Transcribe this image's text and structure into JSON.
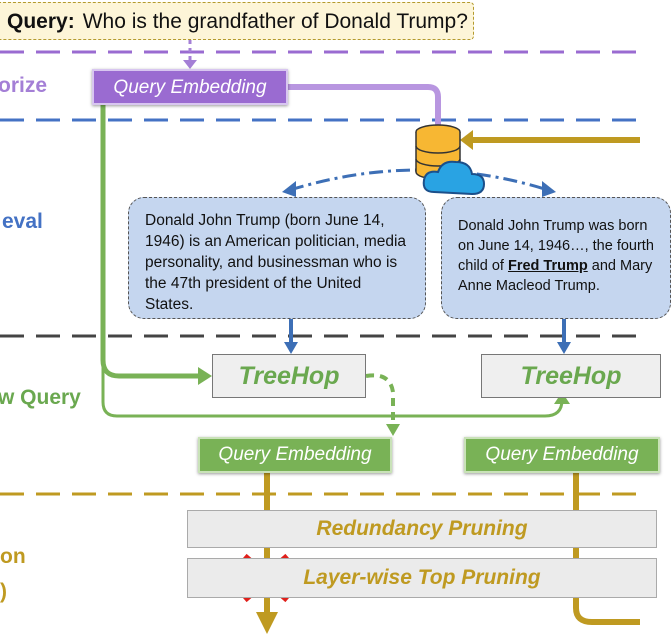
{
  "query": {
    "label": "Query:",
    "text": "Who is the grandfather of Donald Trump?"
  },
  "stages": {
    "vectorize": "orize",
    "retrieval": "eval",
    "new_query": "w Query",
    "pruning_line1": "on",
    "pruning_line2": ")"
  },
  "query_embedding_label": "Query Embedding",
  "documents": {
    "doc1": "Donald John Trump (born June 14, 1946) is an American politician, media personality, and businessman who is the 47th president of the United States.",
    "doc2_part1": "Donald John Trump was born on June 14, 1946…, the fourth child of ",
    "doc2_bold": "Fred Trump",
    "doc2_part2": " and Mary Anne Macleod Trump."
  },
  "treehop_label": "TreeHop",
  "pruning": {
    "redundancy": "Redundancy Pruning",
    "layerwise": "Layer-wise Top Pruning"
  },
  "colors": {
    "purple": "#9a6bd1",
    "blue": "#4472c4",
    "green": "#6aa84f",
    "gold": "#bf9a21",
    "dark_dash": "#444444",
    "red_x": "#e0201b"
  }
}
